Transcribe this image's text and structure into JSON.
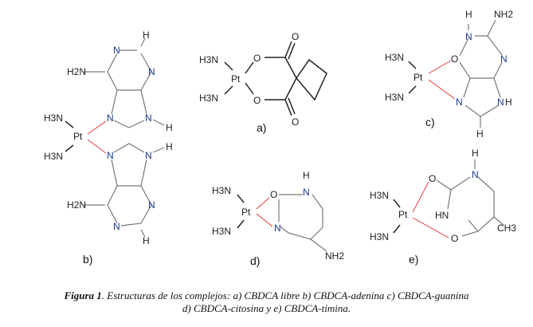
{
  "atoms": {
    "H3N": "H3N",
    "Pt": "Pt",
    "N": "N",
    "H": "H",
    "O": "O",
    "H2N": "H2N",
    "NH2": "NH2",
    "NH": "NH",
    "HN": "HN",
    "CH3": "CH3",
    "NH_g": "N",
    "H_g": "H"
  },
  "panels": {
    "a": "a)",
    "b": "b)",
    "c": "c)",
    "d": "d)",
    "e": "e)"
  },
  "caption": {
    "figure_label": "Figura 1",
    "line1": ". Estructuras de los complejos: a) CBDCA libre  b) CBDCA-adenina   c) CBDCA-guanina",
    "line2": "d) CBDCA-citosina  y   e) CBDCA-timina."
  },
  "colors": {
    "coordination_bond": "#e03030",
    "nitrogen": "#1b3a8a"
  }
}
